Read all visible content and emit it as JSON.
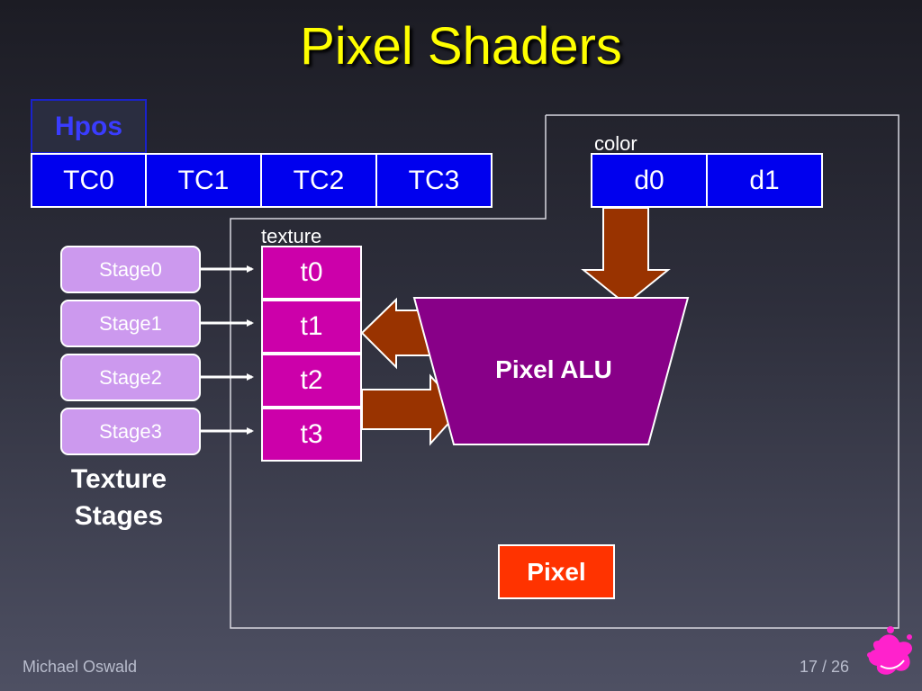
{
  "title": "Pixel Shaders",
  "hpos_label": "Hpos",
  "tc_registers": [
    "TC0",
    "TC1",
    "TC2",
    "TC3"
  ],
  "color_label": "color",
  "color_registers": [
    "d0",
    "d1"
  ],
  "texture_label": "texture",
  "texture_registers": [
    "t0",
    "t1",
    "t2",
    "t3"
  ],
  "stages": [
    "Stage0",
    "Stage1",
    "Stage2",
    "Stage3"
  ],
  "stages_caption_line1": "Texture",
  "stages_caption_line2": "Stages",
  "alu_label": "Pixel ALU",
  "output_label": "Pixel",
  "footer": {
    "author": "Michael Oswald",
    "page": "17 / 26"
  },
  "colors": {
    "title": "#ffff00",
    "register_blue": "#0000ee",
    "texture_magenta": "#cc00aa",
    "stage_lavender": "#cc99ee",
    "alu_purple": "#880088",
    "arrow_brown": "#993300",
    "pixel_orange": "#ff3300"
  }
}
